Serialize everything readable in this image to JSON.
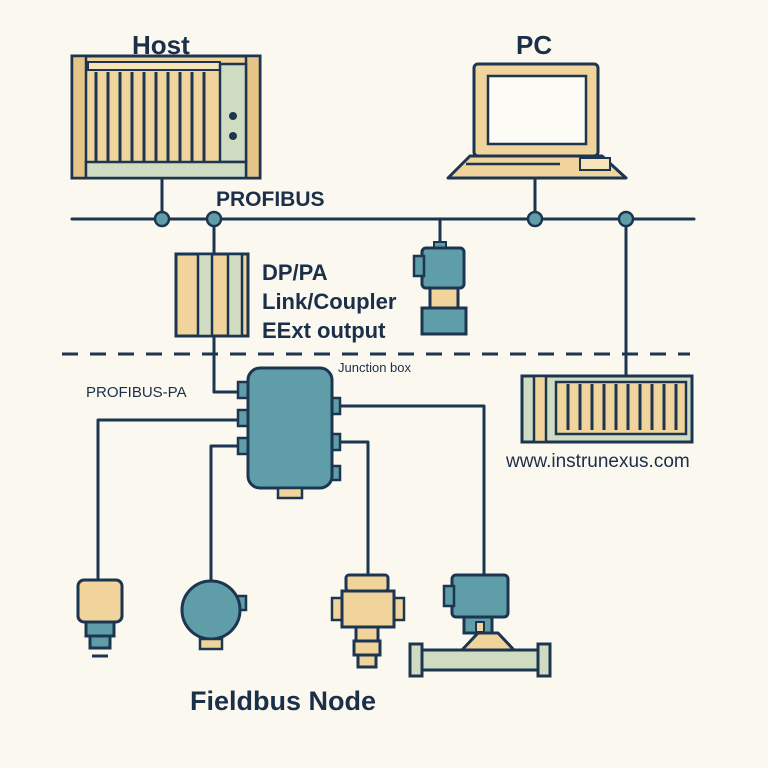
{
  "labels": {
    "host": "Host",
    "pc": "PC",
    "profibus": "PROFIBUS",
    "coupler_line1": "DP/PA",
    "coupler_line2": "Link/Coupler",
    "coupler_line3": "EExt output",
    "junction_box": "Junction box",
    "profibus_pa": "PROFIBUS-PA",
    "website": "www.instrunexus.com",
    "fieldbus_node": "Fieldbus Node"
  },
  "colors": {
    "line": "#1c3550",
    "panel": "#f1d49b",
    "teal": "#5f9ea8",
    "sage": "#cfdcc2",
    "background": "#fbf8ef"
  }
}
